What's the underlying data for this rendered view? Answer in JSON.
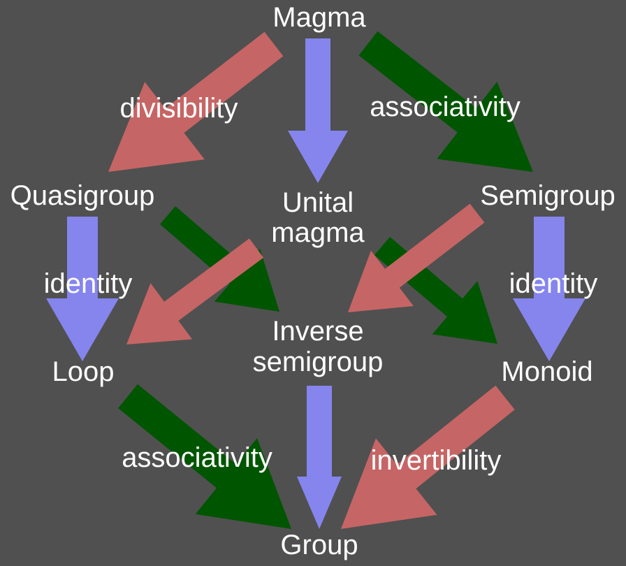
{
  "diagram": {
    "title": "Algebraic structures between magmas and groups",
    "colors": {
      "background": "#505050",
      "identity": "#8585ED",
      "associativity": "#005500",
      "divisibility": "#C66565",
      "text": "#FFFFFF"
    },
    "nodes": [
      {
        "id": "magma",
        "lines": [
          "Magma"
        ]
      },
      {
        "id": "quasigroup",
        "lines": [
          "Quasigroup"
        ]
      },
      {
        "id": "unital-magma",
        "lines": [
          "Unital",
          "magma"
        ]
      },
      {
        "id": "semigroup",
        "lines": [
          "Semigroup"
        ]
      },
      {
        "id": "loop",
        "lines": [
          "Loop"
        ]
      },
      {
        "id": "inverse-semigroup",
        "lines": [
          "Inverse",
          "semigroup"
        ]
      },
      {
        "id": "monoid",
        "lines": [
          "Monoid"
        ]
      },
      {
        "id": "group",
        "lines": [
          "Group"
        ]
      }
    ],
    "edges": [
      {
        "from": "magma",
        "to": "quasigroup",
        "property": "divisibility",
        "label": "divisibility"
      },
      {
        "from": "magma",
        "to": "unital-magma",
        "property": "identity",
        "label": ""
      },
      {
        "from": "magma",
        "to": "semigroup",
        "property": "associativity",
        "label": "associativity"
      },
      {
        "from": "quasigroup",
        "to": "loop",
        "property": "identity",
        "label": "identity"
      },
      {
        "from": "quasigroup",
        "to": "inverse-semigroup",
        "property": "associativity",
        "label": ""
      },
      {
        "from": "unital-magma",
        "to": "loop",
        "property": "divisibility",
        "label": ""
      },
      {
        "from": "unital-magma",
        "to": "monoid",
        "property": "associativity",
        "label": ""
      },
      {
        "from": "semigroup",
        "to": "inverse-semigroup",
        "property": "divisibility",
        "label": ""
      },
      {
        "from": "semigroup",
        "to": "monoid",
        "property": "identity",
        "label": "identity"
      },
      {
        "from": "loop",
        "to": "group",
        "property": "associativity",
        "label": "associativity"
      },
      {
        "from": "inverse-semigroup",
        "to": "group",
        "property": "identity",
        "label": ""
      },
      {
        "from": "monoid",
        "to": "group",
        "property": "divisibility",
        "label": "invertibility"
      }
    ]
  }
}
